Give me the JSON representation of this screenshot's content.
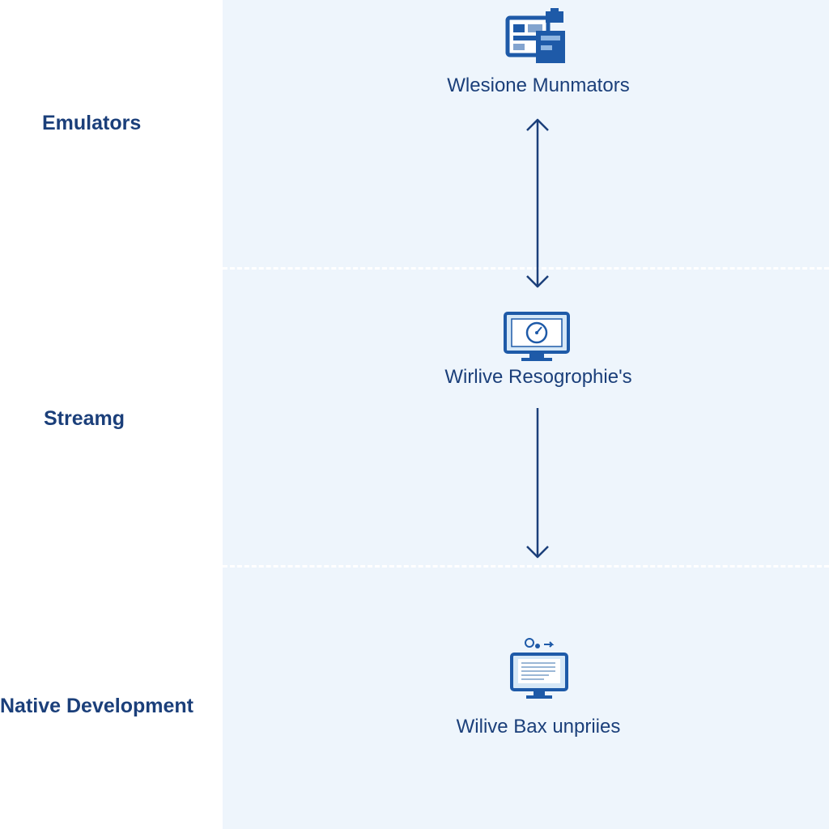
{
  "rows": [
    {
      "label": "Emulators"
    },
    {
      "label": "Streamg"
    },
    {
      "label": "Native Development"
    }
  ],
  "nodes": [
    {
      "label": "Wlesione Munmators",
      "icon": "server-stack-icon"
    },
    {
      "label": "Wirlive Resogrophie's",
      "icon": "monitor-gauge-icon"
    },
    {
      "label": "Wilive Bax unpriies",
      "icon": "monitor-document-icon"
    }
  ],
  "connectors": [
    {
      "type": "double-arrow"
    },
    {
      "type": "down-arrow"
    }
  ],
  "colors": {
    "accent": "#1b3f7a",
    "icon_blue": "#1e5aa8",
    "panel_bg": "#eef5fc"
  }
}
